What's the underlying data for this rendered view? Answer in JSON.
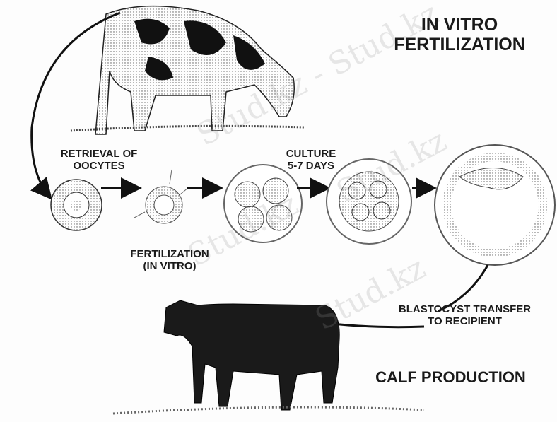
{
  "title_line1": "IN VITRO",
  "title_line2": "FERTILIZATION",
  "steps": {
    "retrieval_line1": "RETRIEVAL OF",
    "retrieval_line2": "OOCYTES",
    "culture_line1": "CULTURE",
    "culture_line2": "5-7 DAYS",
    "fertilization_line1": "FERTILIZATION",
    "fertilization_line2": "(IN VITRO)",
    "transfer_line1": "BLASTOCYST TRANSFER",
    "transfer_line2": "TO RECIPIENT",
    "calf": "CALF PRODUCTION"
  },
  "watermark": "Stud.kz",
  "watermark2": "Stud.kz - Stud.kz"
}
